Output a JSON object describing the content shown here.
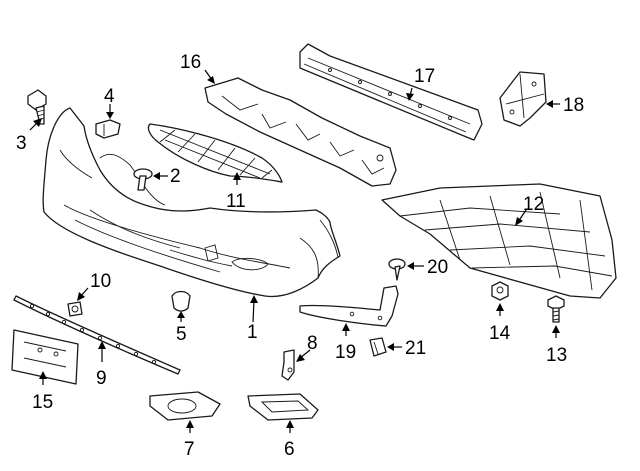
{
  "diagram": {
    "title": "Front bumper components exploded view",
    "callouts": [
      {
        "num": "1",
        "part": "bumper-cover"
      },
      {
        "num": "2",
        "part": "push-clip"
      },
      {
        "num": "3",
        "part": "bolt"
      },
      {
        "num": "4",
        "part": "bracket-clip"
      },
      {
        "num": "5",
        "part": "tow-hook-cap"
      },
      {
        "num": "6",
        "part": "fog-lamp-bezel-right"
      },
      {
        "num": "7",
        "part": "fog-lamp-bezel-left"
      },
      {
        "num": "8",
        "part": "bracket"
      },
      {
        "num": "9",
        "part": "molding-strip"
      },
      {
        "num": "10",
        "part": "grommet"
      },
      {
        "num": "11",
        "part": "lower-grille"
      },
      {
        "num": "12",
        "part": "splash-shield"
      },
      {
        "num": "13",
        "part": "bolt"
      },
      {
        "num": "14",
        "part": "nut"
      },
      {
        "num": "15",
        "part": "license-plate-bracket"
      },
      {
        "num": "16",
        "part": "energy-absorber"
      },
      {
        "num": "17",
        "part": "reinforcement-bar"
      },
      {
        "num": "18",
        "part": "mounting-bracket"
      },
      {
        "num": "19",
        "part": "support-bracket"
      },
      {
        "num": "20",
        "part": "screw"
      },
      {
        "num": "21",
        "part": "clip-nut"
      }
    ]
  }
}
